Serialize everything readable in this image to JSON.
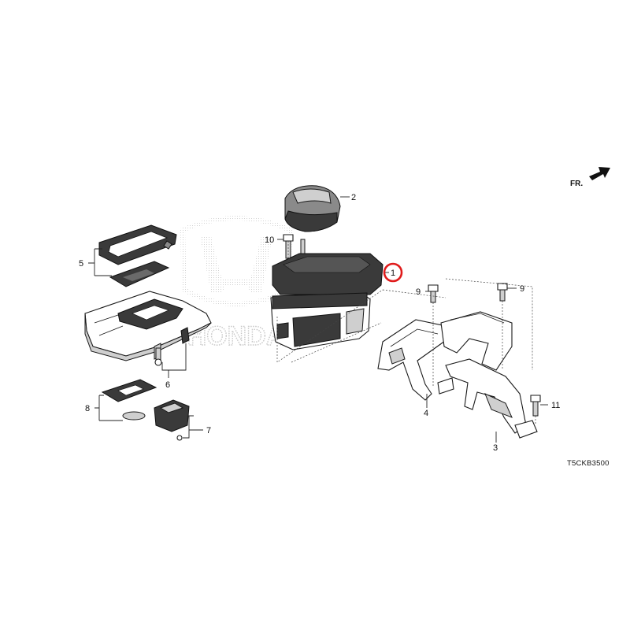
{
  "diagram": {
    "code": "T5CKB3500",
    "direction_label": "FR.",
    "watermark": "HONDA",
    "highlight_color": "#e01b1b",
    "callouts": [
      {
        "id": "c1",
        "label": "1"
      },
      {
        "id": "c2",
        "label": "2"
      },
      {
        "id": "c3",
        "label": "3"
      },
      {
        "id": "c4",
        "label": "4"
      },
      {
        "id": "c5",
        "label": "5"
      },
      {
        "id": "c6",
        "label": "6"
      },
      {
        "id": "c7",
        "label": "7"
      },
      {
        "id": "c8",
        "label": "8"
      },
      {
        "id": "c9a",
        "label": "9"
      },
      {
        "id": "c9b",
        "label": "9"
      },
      {
        "id": "c10",
        "label": "10"
      },
      {
        "id": "c11",
        "label": "11"
      }
    ]
  }
}
